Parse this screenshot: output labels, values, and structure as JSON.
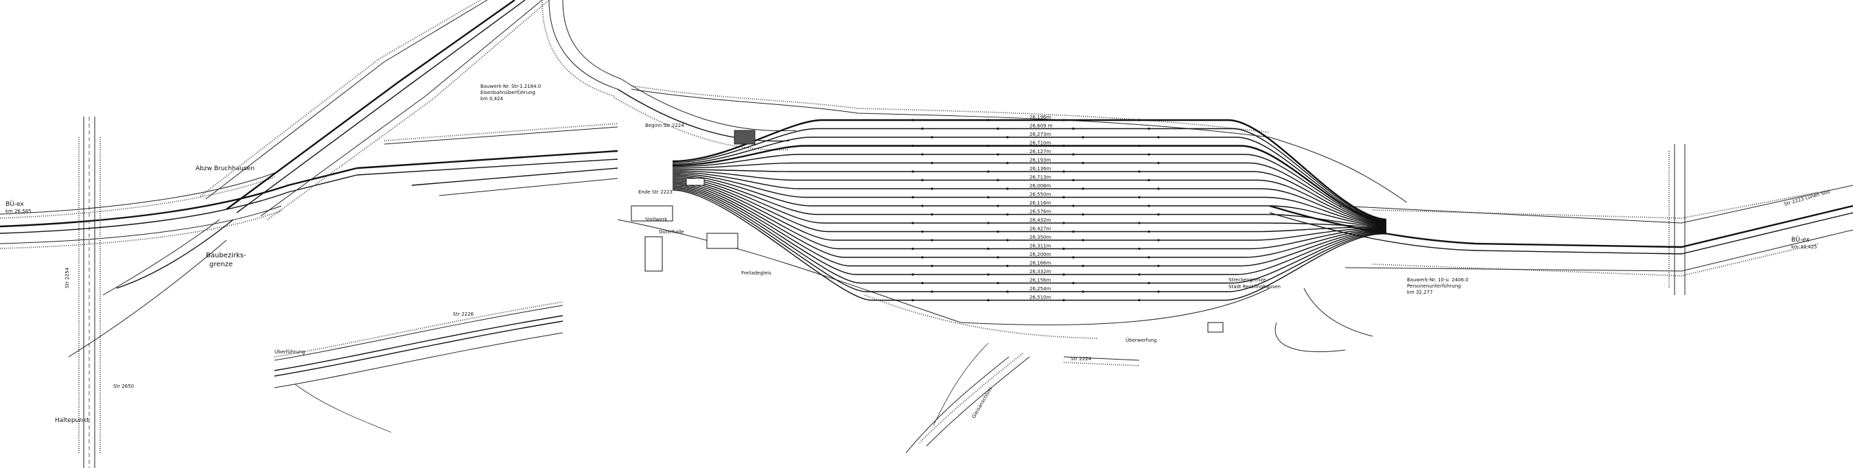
{
  "labels": {
    "bu_left": "BÜ-ex",
    "bu_left_km": "km 26,585",
    "abzw": "Abzw Bruchhausen",
    "baubezirk": "Baubezirks-",
    "baubezirk_2": "grenze",
    "bauwerk_left": "Bauwerk-Nr. Str-1.2184.0",
    "bauwerk_left_2": "Eisenbahnüberführung",
    "bauwerk_left_3": "km 0,424",
    "beginn": "Beginn Str 2224",
    "ende": "Ende Str 2223",
    "stellwerk": "Stellwerk",
    "freiladegleis": "Freiladegleis",
    "gueterhalle": "Güterhalle",
    "bauwerk_right": "Bauwerk-Nr. 10-u. 2406.0",
    "bauwerk_right_2": "Personenunterführung",
    "bauwerk_right_3": "km 32,277",
    "stadt": "Stadt Recklinghausen",
    "streckengrenze": "Streckengrenze",
    "bu_right": "BÜ-ex",
    "bu_right_km": "km 33,425",
    "str_right": "Str 2223 Lünen Süd",
    "ueberfuehrung": "Überführung",
    "str_2650": "Str 2650",
    "str_2254": "Str 2254",
    "str_2224": "Str 2224",
    "str_2226": "Str 2226",
    "lower_bridge": "Gleisanschluss",
    "haltepunkt": "Haltepunkt",
    "ueberwerfung": "Überwerfung"
  },
  "track_lengths": [
    "26,196m",
    "26,609 m",
    "26,273m",
    "26,710m",
    "26,127m",
    "26,193m",
    "26,136m",
    "26,713m",
    "26,008m",
    "26,550m",
    "26,116m",
    "26,576m",
    "26,432m",
    "26,427m",
    "26,350m",
    "26,311m",
    "26,200m",
    "26,166m",
    "26,332m",
    "26,156m",
    "26,254m",
    "26,510m"
  ]
}
